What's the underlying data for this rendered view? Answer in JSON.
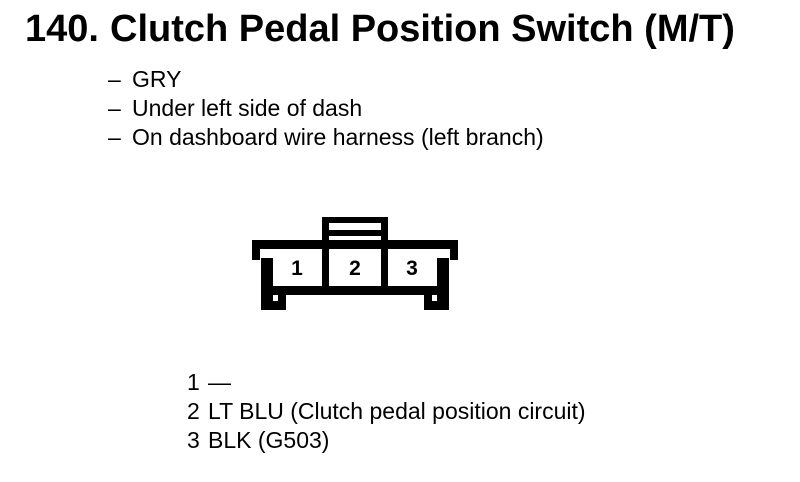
{
  "colors": {
    "ink": "#000000",
    "paper": "#ffffff"
  },
  "header": {
    "item_number": "140.",
    "title": "Clutch Pedal Position Switch (M/T)"
  },
  "details": {
    "bullet": "–",
    "items": [
      {
        "text": "GRY"
      },
      {
        "text": "Under left side of dash"
      },
      {
        "text": "On dashboard wire harness (left branch)"
      }
    ]
  },
  "connector": {
    "description": "3-cavity connector face view with top latch tab",
    "cavities": [
      "1",
      "2",
      "3"
    ]
  },
  "pinout": {
    "rows": [
      {
        "pin": "1",
        "wire": "—"
      },
      {
        "pin": "2",
        "wire": "LT BLU (Clutch pedal position circuit)"
      },
      {
        "pin": "3",
        "wire": "BLK (G503)"
      }
    ]
  }
}
